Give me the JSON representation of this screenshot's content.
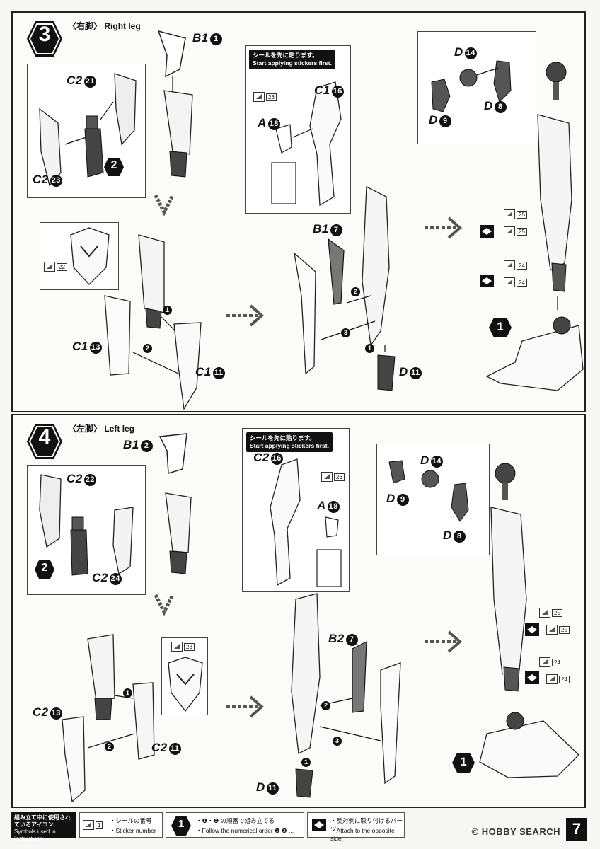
{
  "section3": {
    "badge": "3",
    "title_jp": "〈右脚〉",
    "title_en": "Right leg",
    "sticker_tip_jp": "シールを先に貼ります。",
    "sticker_tip_en": "Start applying stickers first.",
    "labels": {
      "b1": {
        "name": "B1",
        "num": "1"
      },
      "c2a": {
        "name": "C2",
        "num": "21"
      },
      "c2b": {
        "name": "C2",
        "num": "23"
      },
      "c1a": {
        "name": "C1",
        "num": "16"
      },
      "a18": {
        "name": "A",
        "num": "18"
      },
      "d14": {
        "name": "D",
        "num": "14"
      },
      "d9": {
        "name": "D",
        "num": "9"
      },
      "d8": {
        "name": "D",
        "num": "8"
      },
      "b17": {
        "name": "B1",
        "num": "7"
      },
      "c113": {
        "name": "C1",
        "num": "13"
      },
      "c111": {
        "name": "C1",
        "num": "11"
      },
      "d11": {
        "name": "D",
        "num": "11"
      }
    },
    "sub_badge_2": "2",
    "sub_badge_1": "1",
    "stickers": [
      "26",
      "22",
      "25",
      "25",
      "24",
      "24"
    ],
    "steps": [
      "1",
      "2",
      "3"
    ]
  },
  "section4": {
    "badge": "4",
    "title_jp": "〈左脚〉",
    "title_en": "Left leg",
    "sticker_tip_jp": "シールを先に貼ります。",
    "sticker_tip_en": "Start applying stickers first.",
    "labels": {
      "b12": {
        "name": "B1",
        "num": "2"
      },
      "c222": {
        "name": "C2",
        "num": "22"
      },
      "c224": {
        "name": "C2",
        "num": "24"
      },
      "c216": {
        "name": "C2",
        "num": "16"
      },
      "a18": {
        "name": "A",
        "num": "18"
      },
      "d14": {
        "name": "D",
        "num": "14"
      },
      "d9": {
        "name": "D",
        "num": "9"
      },
      "d8": {
        "name": "D",
        "num": "8"
      },
      "b27": {
        "name": "B2",
        "num": "7"
      },
      "c213": {
        "name": "C2",
        "num": "13"
      },
      "c211": {
        "name": "C2",
        "num": "11"
      },
      "d11": {
        "name": "D",
        "num": "11"
      }
    },
    "sub_badge_2": "2",
    "sub_badge_1": "1",
    "stickers": [
      "26",
      "23",
      "25",
      "25",
      "24",
      "24"
    ],
    "steps": [
      "1",
      "2",
      "3"
    ]
  },
  "footer": {
    "legend_jp": "組み立て中に使用されているアイコン",
    "legend_en": "Symbols used in instructions",
    "sticker_jp": "・シールの番号",
    "sticker_en": "・Sticker number",
    "sticker_num": "1",
    "order_jp": "・❶・❷ の順番で組み立てる",
    "order_en": "・Follow the numerical order ❶ ❷ ...",
    "order_badge": "1",
    "side_jp": "・反対側に取り付けるパーツ",
    "side_en": "・Attach to the opposite side."
  },
  "page_number": "7",
  "watermark": "© HOBBY SEARCH"
}
